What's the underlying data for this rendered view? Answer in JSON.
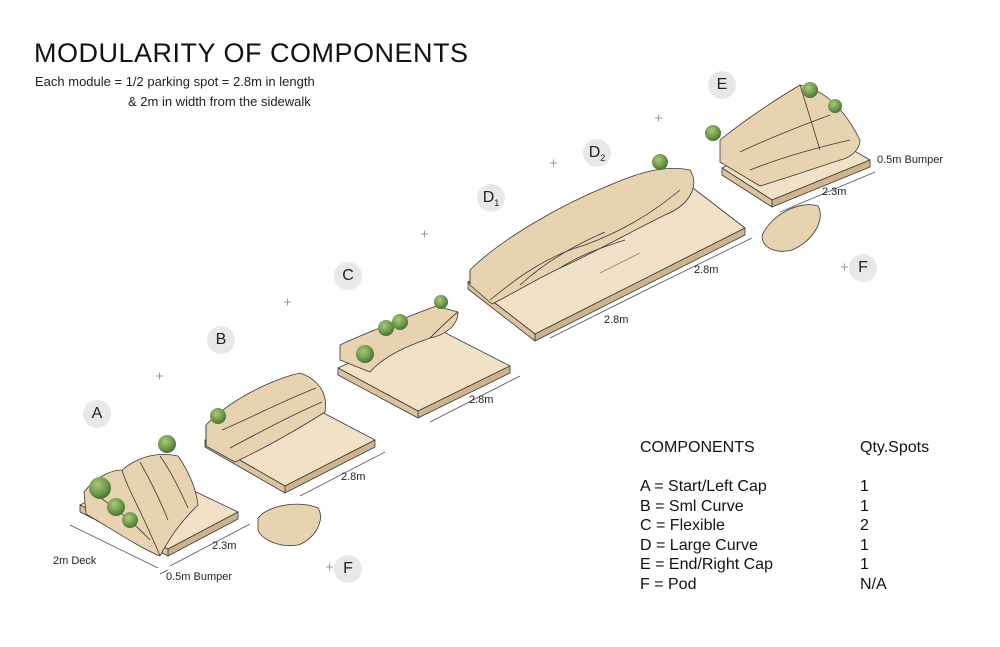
{
  "title": "MODULARITY OF COMPONENTS",
  "subtitle_line1": "Each module = 1/2 parking spot = 2.8m in length",
  "subtitle_line2": "& 2m in width from the sidewalk",
  "labels": {
    "a": "A",
    "b": "B",
    "c": "C",
    "d1_letter": "D",
    "d1_index": "1",
    "d2_letter": "D",
    "d2_index": "2",
    "e": "E",
    "f_right": "F",
    "f_left": "F"
  },
  "dimensions": {
    "deck": "2m Deck",
    "a_depth": "2.3m",
    "a_bumper": "0.5m Bumper",
    "b_length": "2.8m",
    "c_length": "2.8m",
    "d1_length": "2.8m",
    "d2_length": "2.8m",
    "e_depth": "2.3m",
    "e_bumper": "0.5m Bumper"
  },
  "legend": {
    "header": "COMPONENTS",
    "qty_header": "Qty.Spots",
    "items": [
      {
        "text": "A = Start/Left Cap",
        "qty": "1"
      },
      {
        "text": "B = Sml Curve",
        "qty": "1"
      },
      {
        "text": "C = Flexible",
        "qty": "2"
      },
      {
        "text": "D = Large Curve",
        "qty": "1"
      },
      {
        "text": "E = End/Right Cap",
        "qty": "1"
      },
      {
        "text": "F = Pod",
        "qty": "N/A"
      }
    ]
  },
  "colors": {
    "wood": "#e8d3b0",
    "wood_light": "#f1e2c7",
    "wood_dark": "#cfb48b",
    "edge": "#3a3a3a",
    "plant": "#6e9a4a",
    "badge": "#e8e8e8"
  }
}
